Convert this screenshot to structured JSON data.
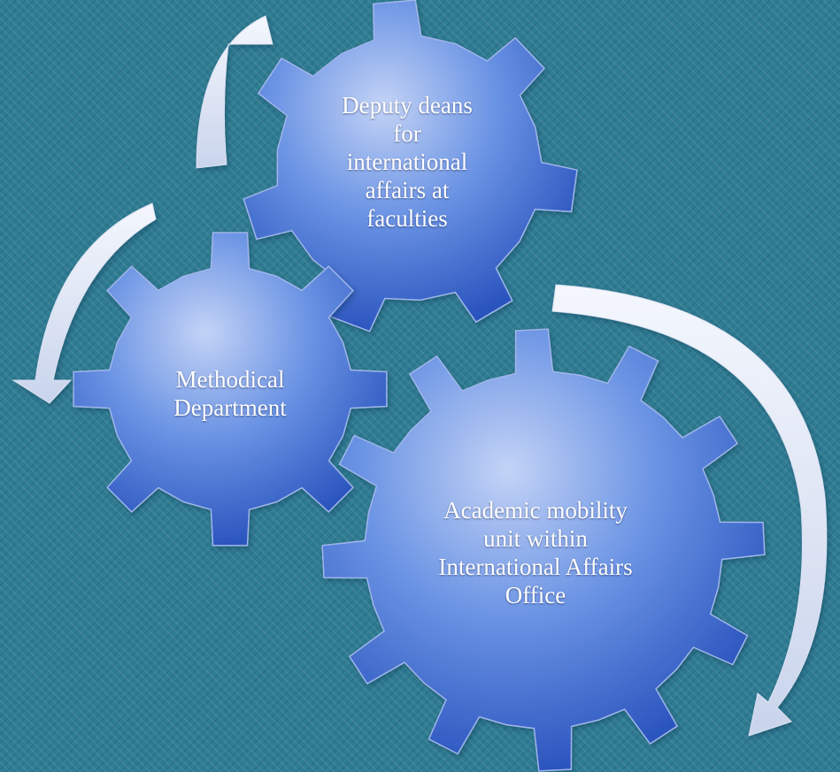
{
  "diagram": {
    "gears": [
      {
        "id": "deputy",
        "lines": [
          "Deputy deans",
          "for",
          "international",
          "affairs at",
          "faculties"
        ]
      },
      {
        "id": "methodical",
        "lines": [
          "Methodical",
          "Department"
        ]
      },
      {
        "id": "mobility",
        "lines": [
          "Academic mobility",
          "unit within",
          "International Affairs",
          "Office"
        ]
      }
    ],
    "colors": {
      "background": "#2f7c93",
      "gear_light": "#b9ccf3",
      "gear_mid": "#5b86df",
      "gear_dark": "#1f49b7",
      "arrow": "#eef2fb",
      "text": "#ffffff"
    }
  }
}
